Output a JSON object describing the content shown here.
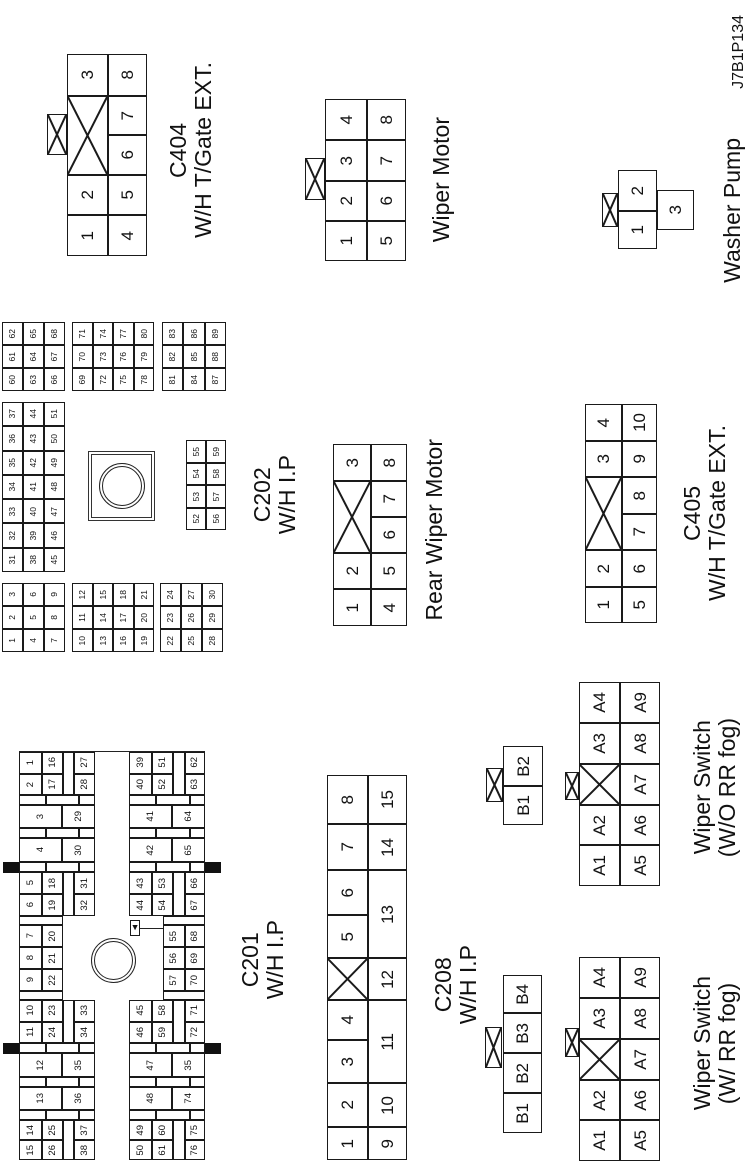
{
  "diagram_id": "J7B1P134",
  "connectors": {
    "c404": {
      "name": "C404",
      "harness": "W/H T/Gate EXT.",
      "pins": [
        "3",
        "2",
        "1",
        "8",
        "7",
        "6",
        "5",
        "4"
      ]
    },
    "wiper_motor": {
      "name": "Wiper Motor",
      "pins": [
        "4",
        "3",
        "2",
        "1",
        "8",
        "7",
        "6",
        "5"
      ]
    },
    "washer_pump": {
      "name": "Washer Pump",
      "pins": [
        "2",
        "1",
        "3"
      ]
    },
    "rear_wiper_motor": {
      "name": "Rear Wiper Motor",
      "pins": [
        "3",
        "2",
        "1",
        "8",
        "7",
        "6",
        "5",
        "4"
      ]
    },
    "c405": {
      "name": "C405",
      "harness": "W/H T/Gate EXT.",
      "pins": [
        "4",
        "3",
        "2",
        "1",
        "10",
        "9",
        "8",
        "7",
        "6",
        "5"
      ]
    },
    "c208": {
      "name": "C208",
      "harness": "W/H I.P",
      "pins": [
        "8",
        "7",
        "6",
        "5",
        "4",
        "3",
        "2",
        "1",
        "15",
        "14",
        "13",
        "12",
        "11",
        "10",
        "9"
      ]
    },
    "wiper_switch_wo_rr_fog": {
      "name": "Wiper Switch",
      "variant": "(W/O RR fog)",
      "a_pins": [
        "A4",
        "A3",
        "A2",
        "A1",
        "A9",
        "A8",
        "A7",
        "A6",
        "A5"
      ],
      "b_pins": [
        "B2",
        "B1"
      ]
    },
    "wiper_switch_w_rr_fog": {
      "name": "Wiper Switch",
      "variant": "(W/ RR fog)",
      "a_pins": [
        "A4",
        "A3",
        "A2",
        "A1",
        "A9",
        "A8",
        "A7",
        "A6",
        "A5"
      ],
      "b_pins": [
        "B4",
        "B3",
        "B2",
        "B1"
      ]
    },
    "c202": {
      "name": "C202",
      "harness": "W/H I.P",
      "blocks": [
        [
          "62",
          "61",
          "60",
          "65",
          "64",
          "63",
          "68",
          "67",
          "66"
        ],
        [
          "71",
          "70",
          "69",
          "74",
          "73",
          "72",
          "77",
          "76",
          "75",
          "80",
          "79",
          "78"
        ],
        [
          "83",
          "82",
          "81",
          "86",
          "85",
          "84",
          "89",
          "88",
          "87"
        ],
        [
          "37",
          "36",
          "35",
          "34",
          "33",
          "32",
          "31",
          "44",
          "43",
          "42",
          "41",
          "40",
          "39",
          "38",
          "51",
          "50",
          "49",
          "48",
          "47",
          "46",
          "45"
        ],
        [
          "55",
          "54",
          "53",
          "52",
          "59",
          "58",
          "57",
          "56"
        ],
        [
          "3",
          "2",
          "1",
          "6",
          "5",
          "4",
          "9",
          "8",
          "7"
        ],
        [
          "12",
          "11",
          "10",
          "15",
          "14",
          "13",
          "18",
          "17",
          "16",
          "21",
          "20",
          "19"
        ],
        [
          "24",
          "23",
          "22",
          "27",
          "26",
          "25",
          "30",
          "29",
          "28"
        ]
      ]
    },
    "c201": {
      "name": "C201",
      "harness": "W/H I.P",
      "pins": [
        "1",
        "2",
        "16",
        "17",
        "27",
        "28",
        "3",
        "29",
        "4",
        "30",
        "5",
        "6",
        "18",
        "19",
        "31",
        "32",
        "7",
        "8",
        "9",
        "20",
        "21",
        "22",
        "10",
        "11",
        "23",
        "24",
        "33",
        "34",
        "12",
        "35",
        "13",
        "36",
        "14",
        "15",
        "25",
        "26",
        "37",
        "38",
        "39",
        "40",
        "51",
        "52",
        "62",
        "63",
        "41",
        "64",
        "42",
        "65",
        "43",
        "44",
        "53",
        "54",
        "66",
        "67",
        "55",
        "56",
        "57",
        "68",
        "69",
        "70",
        "45",
        "46",
        "58",
        "59",
        "71",
        "72",
        "47",
        "35",
        "48",
        "74",
        "49",
        "50",
        "60",
        "61",
        "75",
        "76"
      ]
    }
  }
}
